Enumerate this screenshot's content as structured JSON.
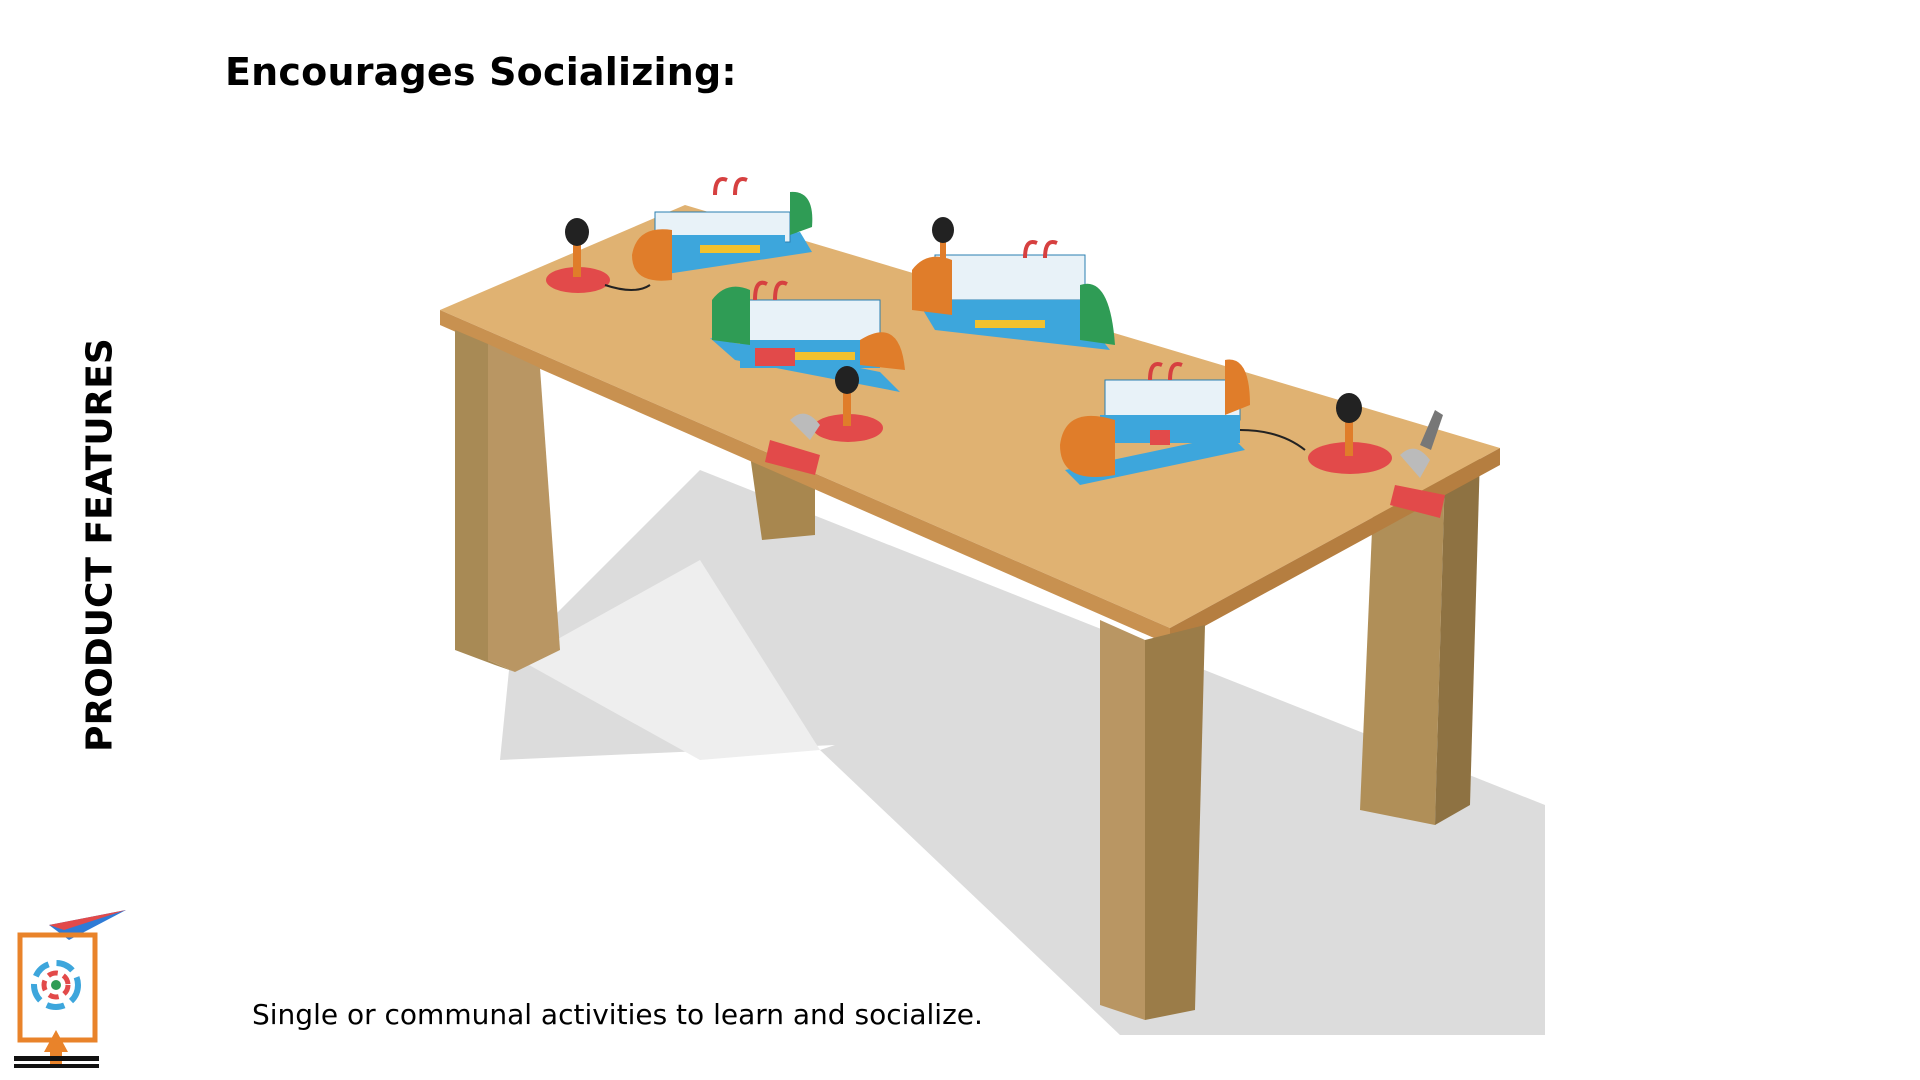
{
  "slide": {
    "title": "Encourages Socializing:",
    "side_label": "PRODUCT FEATURES",
    "caption": "Single or communal activities to learn and socialize."
  },
  "illustration": {
    "subject": "table-with-four-learning-devices",
    "colors": {
      "tabletop": "#e0b170",
      "table_edge": "#c8924f",
      "legs": "#b8935c",
      "shadow": "#dadada",
      "device_blue": "#3da6dc",
      "device_orange": "#e07d2a",
      "device_green": "#2f9c55",
      "joystick_red": "#e24a4a",
      "rail_yellow": "#f2c12e"
    }
  },
  "logo": {
    "name": "brand-logo-icon",
    "accent": "#e9832a"
  }
}
